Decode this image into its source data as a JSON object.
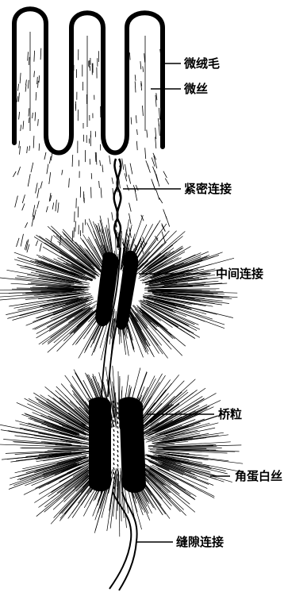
{
  "labels": {
    "microvilli": "微绒毛",
    "microfilament": "微丝",
    "tight_junction": "紧密连接",
    "intermediate_junction": "中间连接",
    "desmosome": "桥粒",
    "keratin_filament": "角蛋白丝",
    "gap_junction": "缝隙连接"
  }
}
